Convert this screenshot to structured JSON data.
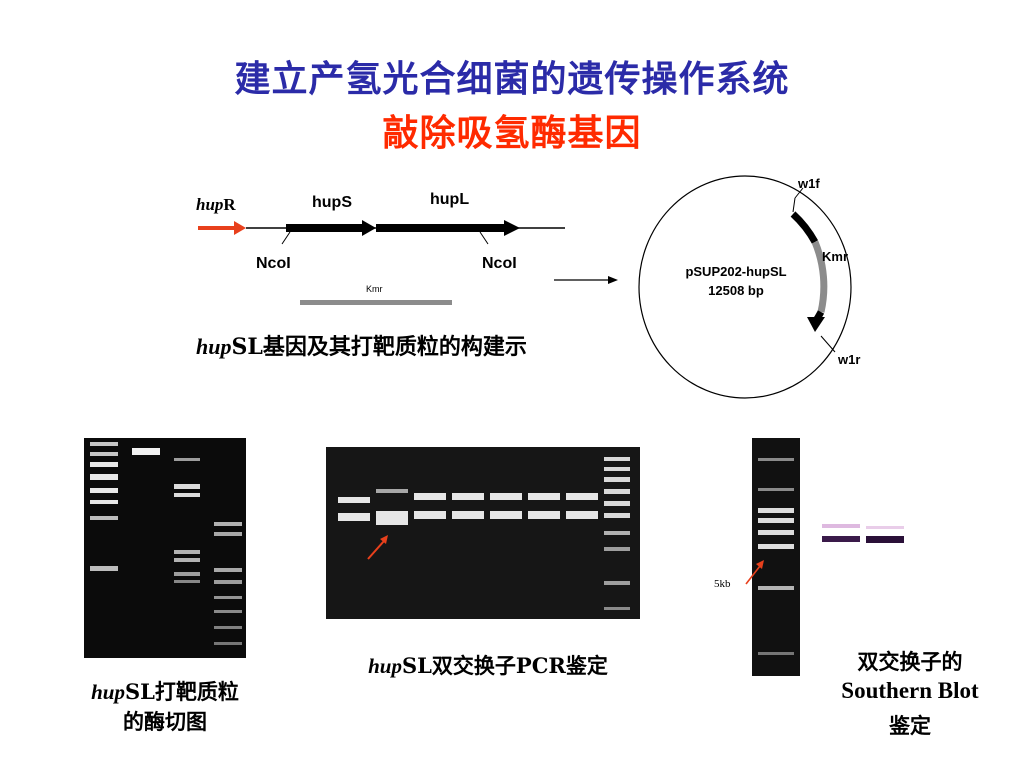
{
  "slide": {
    "title": "建立产氢光合细菌的遗传操作系统",
    "subtitle": "敲除吸氢酶基因"
  },
  "construct": {
    "hupR_italic": "hup",
    "hupR_suffix": "R",
    "hupS": "hupS",
    "hupL": "hupL",
    "ncoI_left": "NcoI",
    "ncoI_right": "NcoI",
    "kmr_small": "Kmr",
    "caption_italic": "hup",
    "caption_rest": "SL基因及其打靶质粒的构建示"
  },
  "plasmid": {
    "name": "pSUP202-hupSL",
    "size": "12508 bp",
    "w1f": "w1f",
    "kmr": "Kmr",
    "w1r": "w1r"
  },
  "gel_digest": {
    "caption_italic": "hup",
    "caption_line1_rest": "SL打靶质粒",
    "caption_line2": "的酶切图"
  },
  "gel_pcr": {
    "caption_italic": "hup",
    "caption_rest": "SL双交换子PCR鉴定"
  },
  "southern": {
    "marker_label": "5kb",
    "caption_line1": "双交换子的",
    "caption_line2": "Southern Blot",
    "caption_line3": "鉴定"
  },
  "colors": {
    "title_blue": "#2b2ba8",
    "subtitle_red": "#ff2a00",
    "arrow_red": "#e8401c",
    "kmr_gray": "#8c8c8c"
  }
}
